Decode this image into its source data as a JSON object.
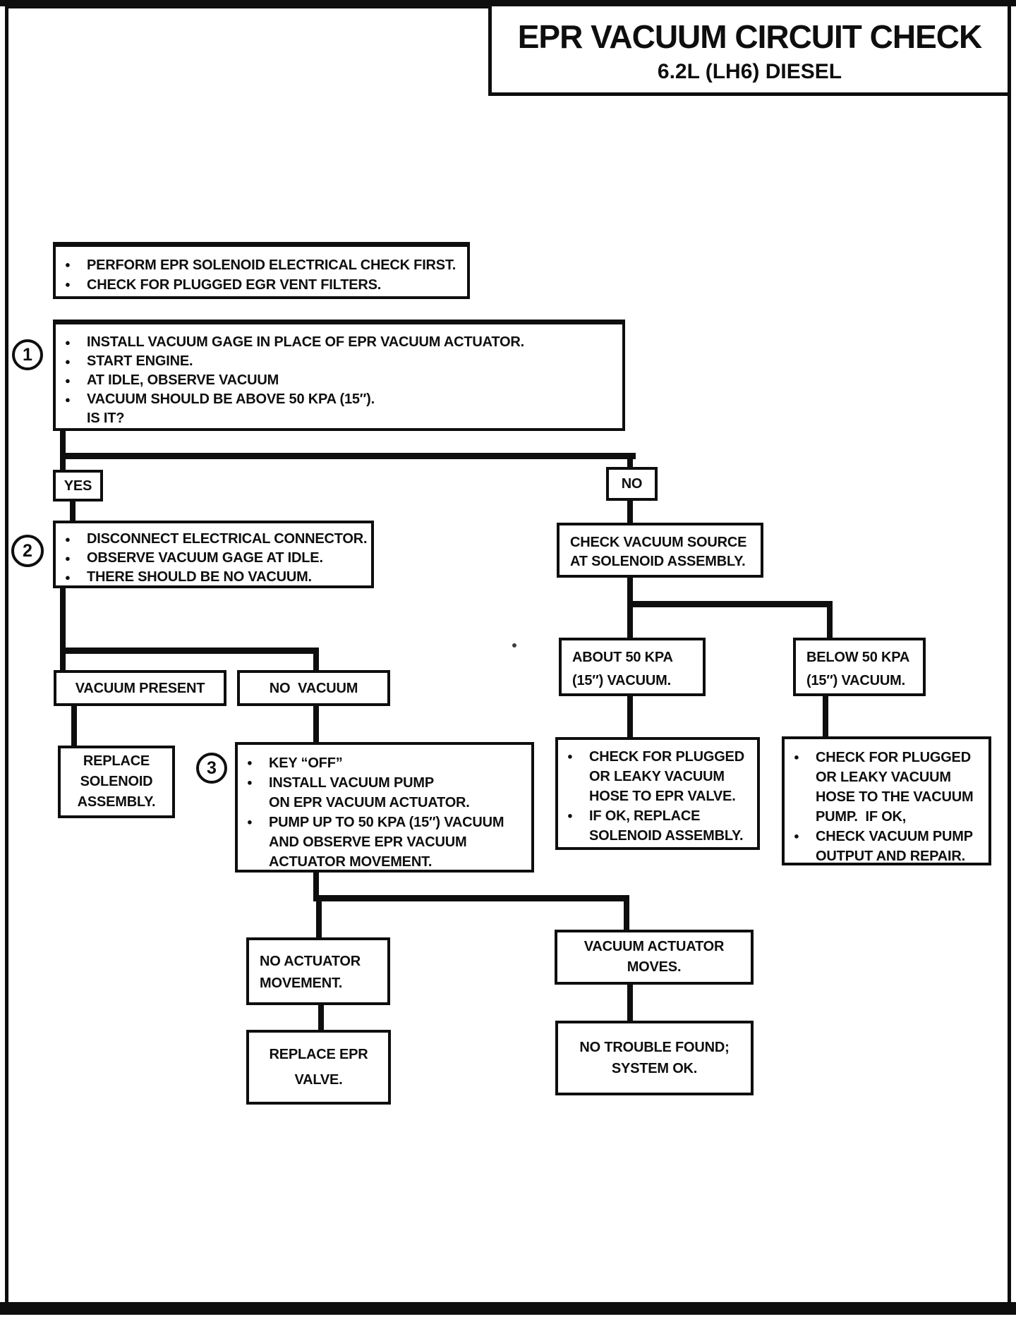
{
  "page": {
    "title": "EPR VACUUM CIRCUIT CHECK",
    "subtitle": "6.2L (LH6) DIESEL"
  },
  "labels": {
    "yes": "YES",
    "no": "NO"
  },
  "steps": {
    "s1": "1",
    "s2": "2",
    "s3": "3"
  },
  "boxes": {
    "precheck": {
      "lines": [
        "PERFORM EPR SOLENOID ELECTRICAL CHECK FIRST.",
        "CHECK FOR PLUGGED EGR VENT FILTERS."
      ]
    },
    "step1": {
      "lines": [
        "INSTALL VACUUM GAGE IN PLACE OF EPR VACUUM ACTUATOR.",
        "START ENGINE.",
        "AT IDLE, OBSERVE VACUUM",
        "VACUUM SHOULD BE ABOVE 50 KPA (15″).",
        "IS IT?"
      ]
    },
    "step2": {
      "lines": [
        "DISCONNECT ELECTRICAL CONNECTOR.",
        "OBSERVE VACUUM GAGE AT IDLE.",
        "THERE SHOULD BE NO VACUUM."
      ]
    },
    "check_vacuum_source": {
      "lines": [
        "CHECK VACUUM SOURCE",
        "AT SOLENOID ASSEMBLY."
      ]
    },
    "vacuum_present": {
      "lines": [
        "VACUUM PRESENT"
      ]
    },
    "no_vacuum": {
      "lines": [
        "NO  VACUUM"
      ]
    },
    "replace_solenoid": {
      "lines": [
        "REPLACE",
        "SOLENOID",
        "ASSEMBLY."
      ]
    },
    "step3": {
      "lines": [
        "KEY “OFF”",
        "INSTALL VACUUM PUMP",
        "ON EPR VACUUM ACTUATOR.",
        "PUMP UP TO 50 KPA (15″) VACUUM",
        "AND OBSERVE EPR VACUUM",
        "ACTUATOR MOVEMENT."
      ]
    },
    "about_50kpa": {
      "lines": [
        "ABOUT 50 KPA",
        "(15″) VACUUM."
      ]
    },
    "below_50kpa": {
      "lines": [
        "BELOW 50 KPA",
        "(15″) VACUUM."
      ]
    },
    "check_epr_hose": {
      "lines": [
        "CHECK FOR PLUGGED",
        "OR LEAKY VACUUM",
        "HOSE TO EPR VALVE.",
        "IF OK, REPLACE",
        "SOLENOID ASSEMBLY."
      ]
    },
    "check_pump_hose": {
      "lines": [
        "CHECK FOR PLUGGED",
        "OR LEAKY VACUUM",
        "HOSE TO THE VACUUM",
        "PUMP.  IF OK,",
        "CHECK VACUUM PUMP",
        "OUTPUT AND REPAIR."
      ]
    },
    "no_actuator_movement": {
      "lines": [
        "NO ACTUATOR",
        "MOVEMENT."
      ]
    },
    "actuator_moves": {
      "lines": [
        "VACUUM ACTUATOR",
        "MOVES."
      ]
    },
    "replace_epr": {
      "lines": [
        "REPLACE EPR",
        "VALVE."
      ]
    },
    "system_ok": {
      "lines": [
        "NO TROUBLE FOUND;",
        "SYSTEM OK."
      ]
    }
  },
  "colors": {
    "ink": "#0e0e0e",
    "paper": "#ffffff"
  }
}
